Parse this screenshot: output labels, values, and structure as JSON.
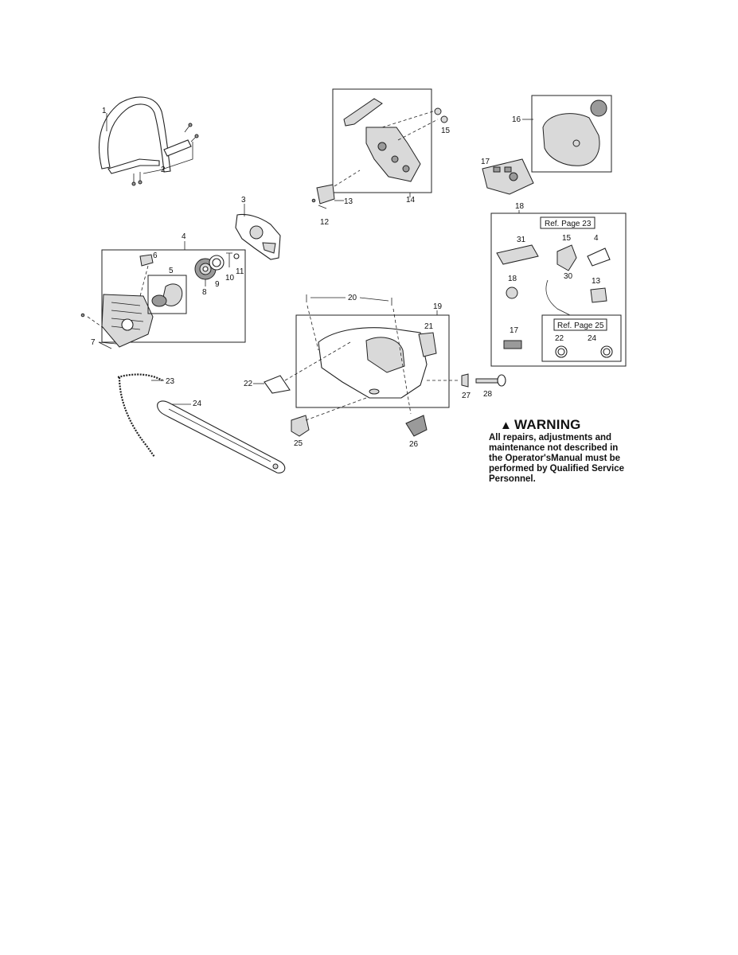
{
  "callouts": [
    "1",
    "2",
    "3",
    "4",
    "5",
    "6",
    "7",
    "8",
    "9",
    "10",
    "11",
    "12",
    "13",
    "14",
    "15",
    "16",
    "17",
    "18",
    "19",
    "20",
    "21",
    "22",
    "23",
    "24",
    "25",
    "26",
    "27",
    "28"
  ],
  "kit": {
    "ref_a": "Ref. Page 23",
    "ref_b": "Ref. Page 25",
    "items": [
      "31",
      "15",
      "4",
      "18",
      "30",
      "13",
      "17",
      "22",
      "24"
    ]
  },
  "warning": {
    "symbol": "▲",
    "title": "WARNING",
    "lines": [
      "All repairs, adjustments and",
      "maintenance not described in",
      "the Operator'sManual must be",
      "performed by Qualified Service",
      "Personnel."
    ]
  }
}
